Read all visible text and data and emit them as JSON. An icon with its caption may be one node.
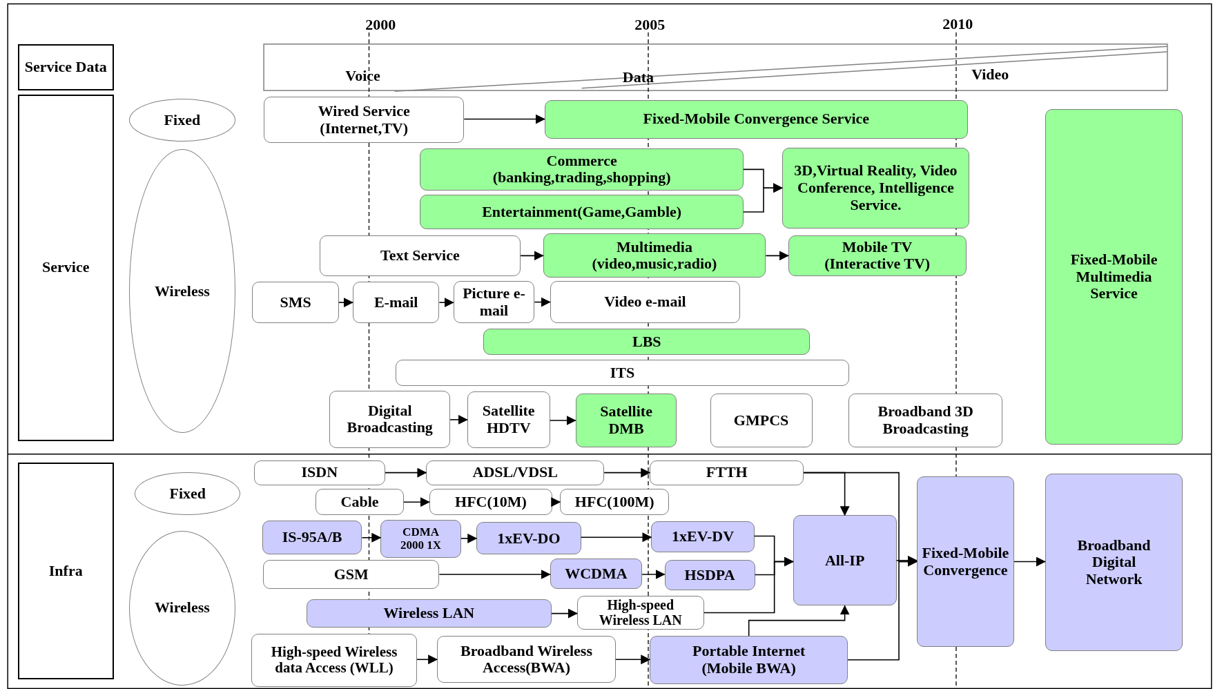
{
  "diagram": {
    "nodes": [
      {
        "text": [
          "Service Data"
        ]
      },
      {
        "text": [
          "Service"
        ]
      },
      {
        "text": [
          "Fixed"
        ]
      },
      {
        "text": [
          "Wireless"
        ]
      },
      {
        "text": [
          "Wired Service (Internet,TV)"
        ]
      },
      {
        "text": [
          "Fixed-Mobile Convergence Service"
        ]
      },
      {
        "text": [
          "Commerce (banking,trading,shopping)"
        ]
      },
      {
        "text": [
          "Entertainment(Game,Gamble)"
        ]
      },
      {
        "text": [
          "3D,Virtual Reality, Video Conference, Intelligence Service."
        ]
      },
      {
        "text": [
          "Text Service"
        ]
      },
      {
        "text": [
          "Multimedia (video,music,radio)"
        ]
      },
      {
        "text": [
          "Mobile TV (Interactive TV)"
        ]
      },
      {
        "text": [
          "SMS"
        ]
      },
      {
        "text": [
          "E-mail"
        ]
      },
      {
        "text": [
          "Picture e-mail"
        ]
      },
      {
        "text": [
          "Video e-mail"
        ]
      },
      {
        "text": [
          "LBS"
        ]
      },
      {
        "text": [
          "ITS"
        ]
      },
      {
        "text": [
          "Digital Broadcasting"
        ]
      },
      {
        "text": [
          "Satellite HDTV"
        ]
      },
      {
        "text": [
          "Satellite DMB"
        ]
      },
      {
        "text": [
          "GMPCS"
        ]
      },
      {
        "text": [
          "Broadband 3D Broadcasting"
        ]
      },
      {
        "text": [
          "Fixed-Mobile Multimedia Service"
        ]
      },
      {
        "text": [
          "Infra"
        ]
      },
      {
        "text": [
          "Fixed"
        ]
      },
      {
        "text": [
          "Wireless"
        ]
      },
      {
        "text": [
          "ISDN"
        ]
      },
      {
        "text": [
          "ADSL/VDSL"
        ]
      },
      {
        "text": [
          "FTTH"
        ]
      },
      {
        "text": [
          "Cable"
        ]
      },
      {
        "text": [
          "HFC(10M)"
        ]
      },
      {
        "text": [
          "HFC(100M)"
        ]
      },
      {
        "text": [
          "IS-95A/B"
        ]
      },
      {
        "text": [
          "CDMA 2000 1X"
        ]
      },
      {
        "text": [
          "1xEV-DO"
        ]
      },
      {
        "text": [
          "1xEV-DV"
        ]
      },
      {
        "text": [
          "GSM"
        ]
      },
      {
        "text": [
          "WCDMA"
        ]
      },
      {
        "text": [
          "HSDPA"
        ]
      },
      {
        "text": [
          "Wireless LAN"
        ]
      },
      {
        "text": [
          "High-speed Wireless LAN"
        ]
      },
      {
        "text": [
          "High-speed Wireless data Access (WLL)"
        ]
      },
      {
        "text": [
          "Broadband Wireless Access(BWA)"
        ]
      },
      {
        "text": [
          "Portable Internet (Mobile BWA)"
        ]
      },
      {
        "text": [
          "All-IP"
        ]
      },
      {
        "text": [
          "Fixed-Mobile Convergence"
        ]
      },
      {
        "text": [
          "Broadband Digital Network"
        ]
      }
    ],
    "edges": [
      {
        "from": 4,
        "to": 5,
        "arrow": "to"
      },
      {
        "from": 6,
        "to": 8,
        "arrow": "to"
      },
      {
        "from": 7,
        "to": 8,
        "arrow": "to"
      },
      {
        "from": 9,
        "to": 10,
        "arrow": "to"
      },
      {
        "from": 10,
        "to": 11,
        "arrow": "to"
      },
      {
        "from": 12,
        "to": 13,
        "arrow": "to"
      },
      {
        "from": 13,
        "to": 14,
        "arrow": "to"
      },
      {
        "from": 14,
        "to": 15,
        "arrow": "to"
      },
      {
        "from": 18,
        "to": 19,
        "arrow": "to"
      },
      {
        "from": 19,
        "to": 20,
        "arrow": "to"
      },
      {
        "from": 27,
        "to": 28,
        "arrow": "to"
      },
      {
        "from": 28,
        "to": 29,
        "arrow": "to"
      },
      {
        "from": 30,
        "to": 31,
        "arrow": "to"
      },
      {
        "from": 31,
        "to": 32,
        "arrow": "to"
      },
      {
        "from": 33,
        "to": 34,
        "arrow": "to"
      },
      {
        "from": 34,
        "to": 35,
        "arrow": "to"
      },
      {
        "from": 35,
        "to": 36,
        "arrow": "to"
      },
      {
        "from": 37,
        "to": 38,
        "arrow": "to"
      },
      {
        "from": 38,
        "to": 39,
        "arrow": "to"
      },
      {
        "from": 40,
        "to": 41,
        "arrow": "to"
      },
      {
        "from": 42,
        "to": 43,
        "arrow": "to"
      },
      {
        "from": 43,
        "to": 44,
        "arrow": "to"
      },
      {
        "from": 29,
        "to": 45,
        "arrow": "to"
      },
      {
        "from": 36,
        "to": 45,
        "arrow": "to"
      },
      {
        "from": 39,
        "to": 45,
        "arrow": "to"
      },
      {
        "from": 41,
        "to": 45,
        "arrow": "to"
      },
      {
        "from": 44,
        "to": 45,
        "arrow": "to"
      },
      {
        "from": 45,
        "to": 46,
        "arrow": "to"
      },
      {
        "from": 29,
        "to": 46,
        "arrow": "to"
      },
      {
        "from": 44,
        "to": 46,
        "arrow": "to"
      },
      {
        "from": 46,
        "to": 47,
        "arrow": "to"
      }
    ],
    "labels": [
      "2000",
      "2005",
      "2010",
      "Voice",
      "Data",
      "Video"
    ]
  }
}
